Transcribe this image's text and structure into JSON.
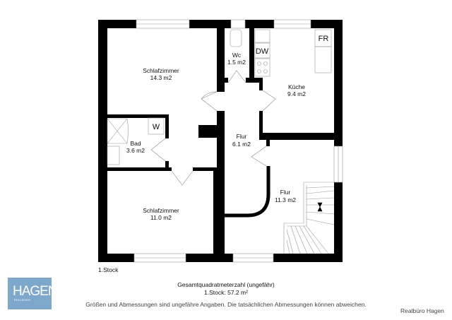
{
  "plan": {
    "floor_label": "1.Stock",
    "rooms": [
      {
        "name": "Schlafzimmer",
        "area": "14.3 m2"
      },
      {
        "name": "Wc",
        "area": "1.5 m2"
      },
      {
        "name": "Küche",
        "area": "9.4 m2"
      },
      {
        "name": "Bad",
        "area": "3.6 m2"
      },
      {
        "name": "Flur",
        "area": "6.1 m2"
      },
      {
        "name": "Flur",
        "area": "11.3 m2"
      },
      {
        "name": "Schlafzimmer",
        "area": "11.0 m2"
      }
    ],
    "fixtures": {
      "dishwasher": "DW",
      "fridge": "FR",
      "washer": "W"
    }
  },
  "footer": {
    "total_title": "Gesamtquadratmeterzahl (ungefähr)",
    "total_value": "1.Stock: 57.2 m²",
    "disclaimer": "Größen und Abmessungen sind ungefähre Angaben. Die tatsächlichen Abmessungen können abweichen.",
    "credit": "Realbüro Hagen"
  },
  "logo": {
    "text": "HAGEN",
    "subtext": "REALBÜRO",
    "color": "#7ea7cc"
  }
}
